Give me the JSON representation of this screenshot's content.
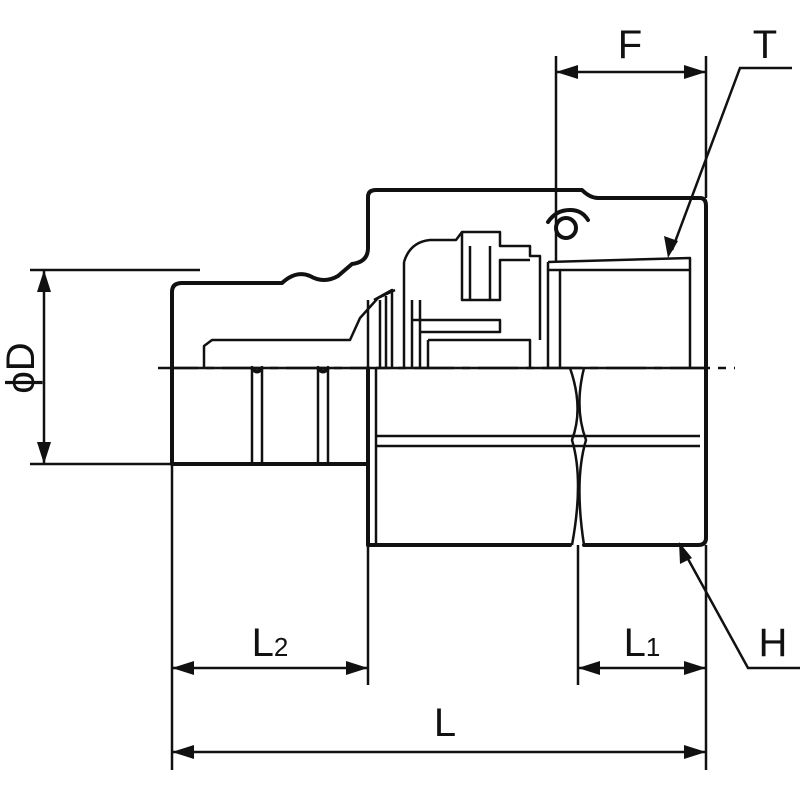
{
  "labels": {
    "F": "F",
    "T": "T",
    "phiD": "ϕD",
    "L2_main": "L",
    "L2_sub": "2",
    "L1_main": "L",
    "L1_sub": "1",
    "H": "H",
    "L": "L"
  },
  "colors": {
    "line": "#111111",
    "background": "#ffffff"
  }
}
